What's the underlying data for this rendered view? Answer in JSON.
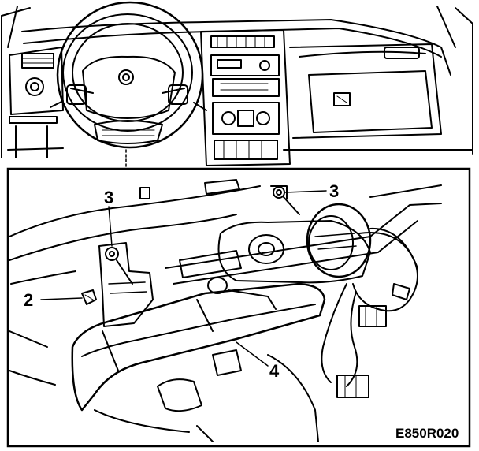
{
  "callouts": {
    "label_2": "2",
    "label_3_left": "3",
    "label_3_right": "3",
    "label_4": "4"
  },
  "figure_code": "E850R020",
  "colors": {
    "line": "#000000",
    "paper": "#ffffff"
  }
}
